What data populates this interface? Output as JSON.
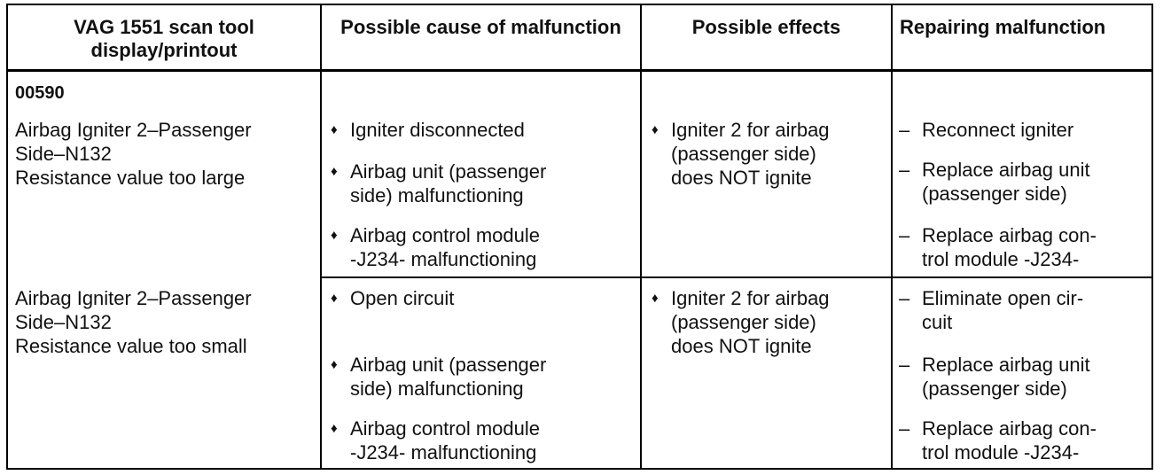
{
  "headers": [
    "VAG 1551 scan tool display/printout",
    "Possible cause of malfunction",
    "Possible effects",
    "Repairing malfunction"
  ],
  "code": "00590",
  "rows": [
    {
      "display": "Airbag Igniter 2–Passenger\nSide–N132\nResistance value too large",
      "causes": [
        "Igniter disconnected",
        "Airbag unit (passenger\nside) malfunctioning",
        "Airbag control module\n-J234- malfunctioning"
      ],
      "effect": "Igniter 2 for airbag\n(passenger side)\ndoes NOT ignite",
      "repairs": [
        "Reconnect igniter",
        "Replace airbag unit\n(passenger side)",
        "Replace airbag con-\ntrol module -J234-"
      ]
    },
    {
      "display": "Airbag Igniter 2–Passenger\nSide–N132\nResistance value too small",
      "causes": [
        "Open circuit",
        "Airbag unit (passenger\nside) malfunctioning",
        "Airbag control module\n-J234- malfunctioning"
      ],
      "effect": "Igniter 2 for airbag\n(passenger side)\ndoes NOT ignite",
      "repairs": [
        "Eliminate open cir-\ncuit",
        "Replace airbag unit\n(passenger side)",
        "Replace airbag con-\ntrol module -J234-"
      ]
    }
  ],
  "bullet_glyph": "♦",
  "dash_glyph": "–"
}
